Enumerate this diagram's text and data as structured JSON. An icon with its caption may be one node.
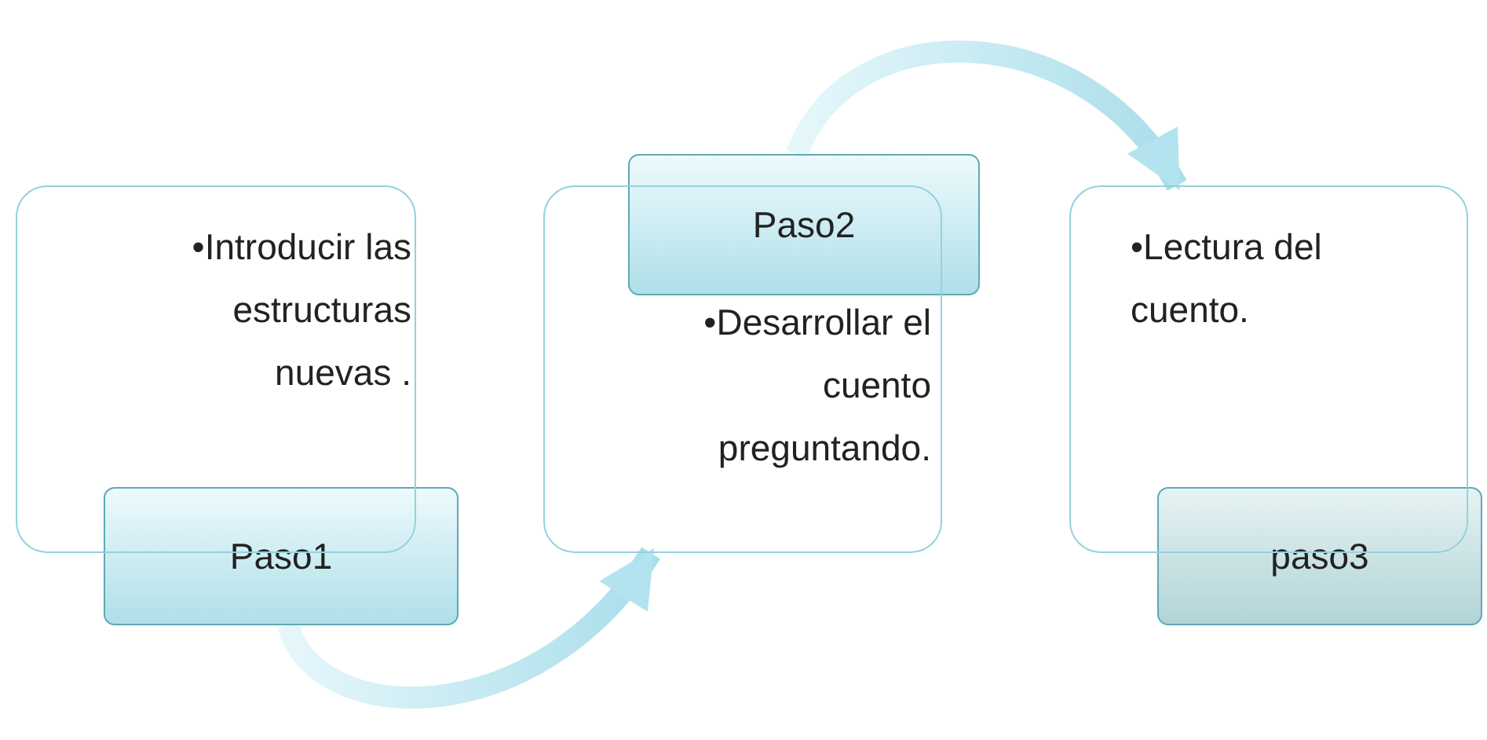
{
  "diagram": {
    "nodes": [
      {
        "text": [
          "•Introducir las estructuras nuevas ."
        ]
      },
      {
        "text": [
          "Paso1"
        ]
      },
      {
        "text": [
          "•Desarrollar el cuento preguntando."
        ]
      },
      {
        "text": [
          "Paso2"
        ]
      },
      {
        "text": [
          "•Lectura del cuento."
        ]
      },
      {
        "text": [
          "paso3"
        ]
      }
    ],
    "edges": [
      {
        "from": 1,
        "to": 2,
        "arrow": "to"
      },
      {
        "from": 3,
        "to": 4,
        "arrow": "to"
      }
    ]
  }
}
